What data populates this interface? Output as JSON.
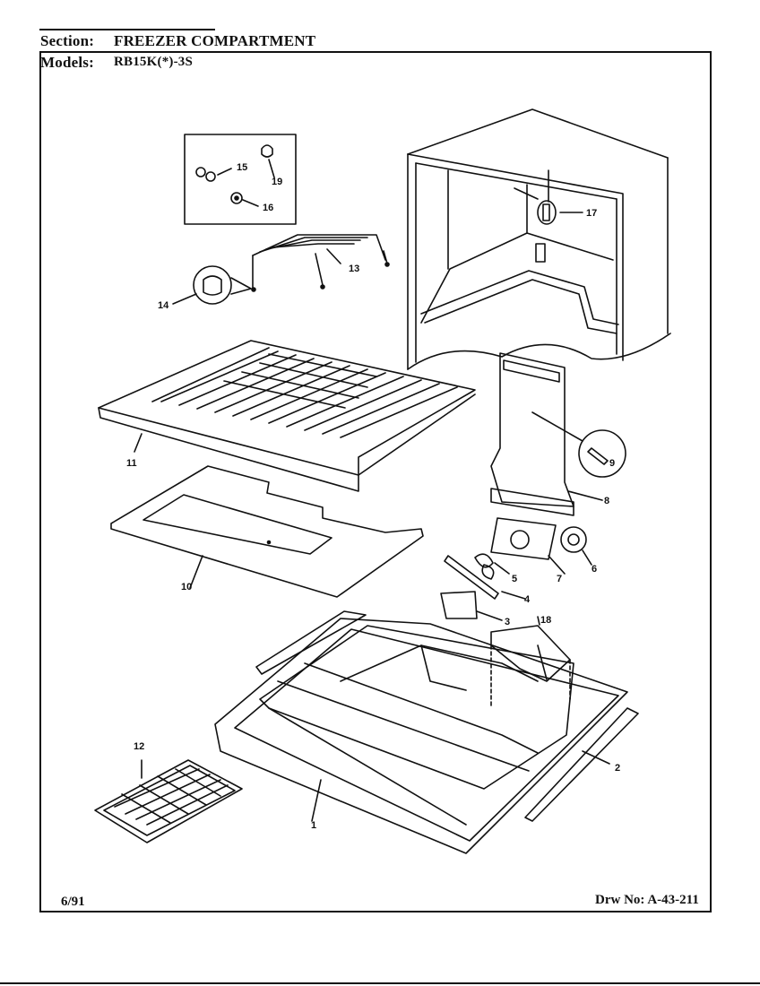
{
  "header": {
    "section_label": "Section:",
    "section_value": "FREEZER COMPARTMENT",
    "models_label": "Models:",
    "models_value": "RB15K(*)-3S"
  },
  "footer": {
    "date": "6/91",
    "drawing_number": "Drw No: A-43-211"
  },
  "callouts": {
    "c1": "1",
    "c2": "2",
    "c3": "3",
    "c4": "4",
    "c5": "5",
    "c6": "6",
    "c7": "7",
    "c8": "8",
    "c9": "9",
    "c10": "10",
    "c11": "11",
    "c12": "12",
    "c13": "13",
    "c14": "14",
    "c15": "15",
    "c16": "16",
    "c17": "17",
    "c18": "18",
    "c19": "19"
  }
}
